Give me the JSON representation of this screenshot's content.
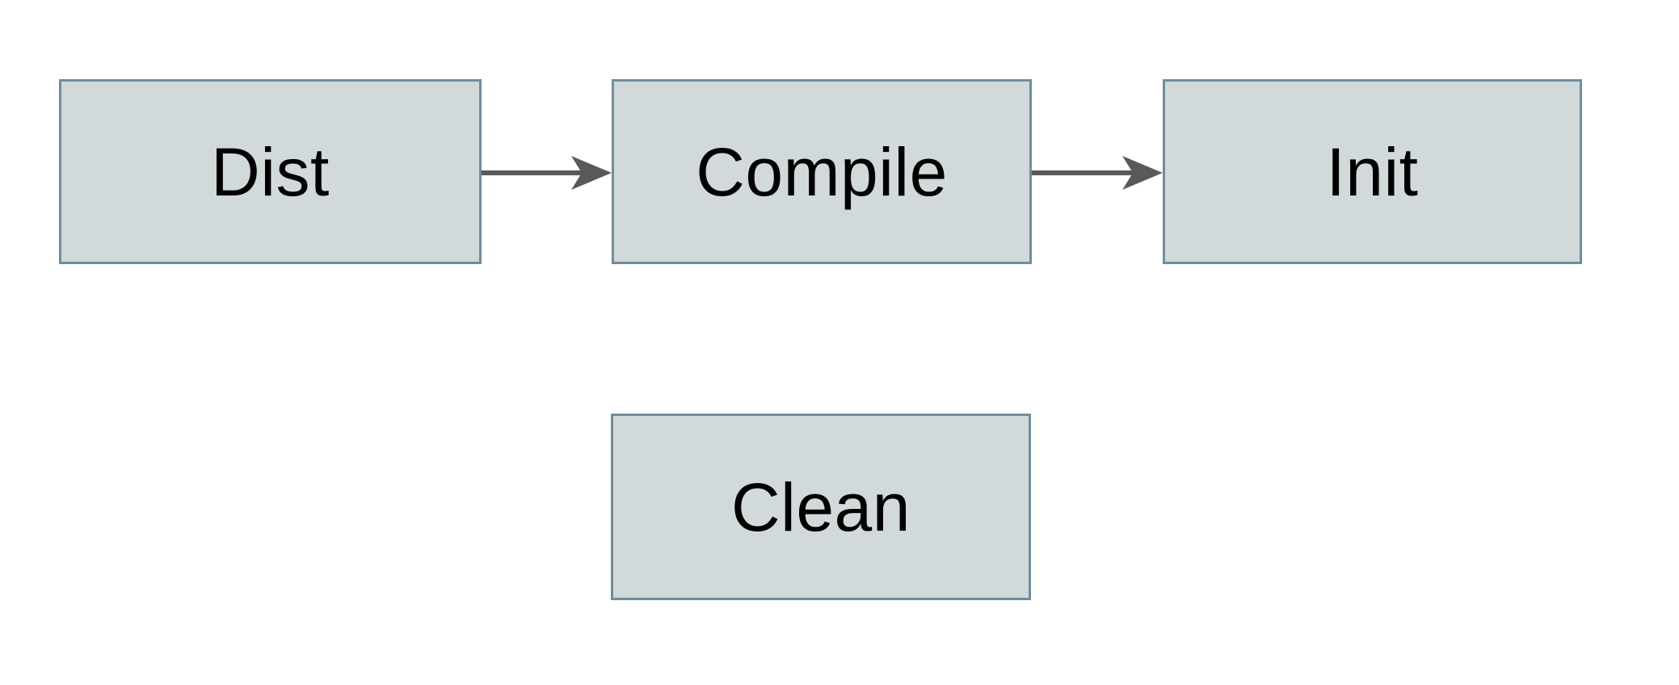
{
  "diagram": {
    "type": "flowchart",
    "nodes": [
      {
        "id": "dist",
        "label": "Dist"
      },
      {
        "id": "compile",
        "label": "Compile"
      },
      {
        "id": "init",
        "label": "Init"
      },
      {
        "id": "clean",
        "label": "Clean"
      }
    ],
    "edges": [
      {
        "from": "Dist",
        "to": "Compile",
        "direction": "right"
      },
      {
        "from": "Compile",
        "to": "Init",
        "direction": "right"
      }
    ]
  },
  "colors": {
    "background": "#ffffff",
    "node_fill": "#d2d9db",
    "node_border": "#6f8d9b",
    "arrow": "#595959",
    "text": "#000000"
  }
}
